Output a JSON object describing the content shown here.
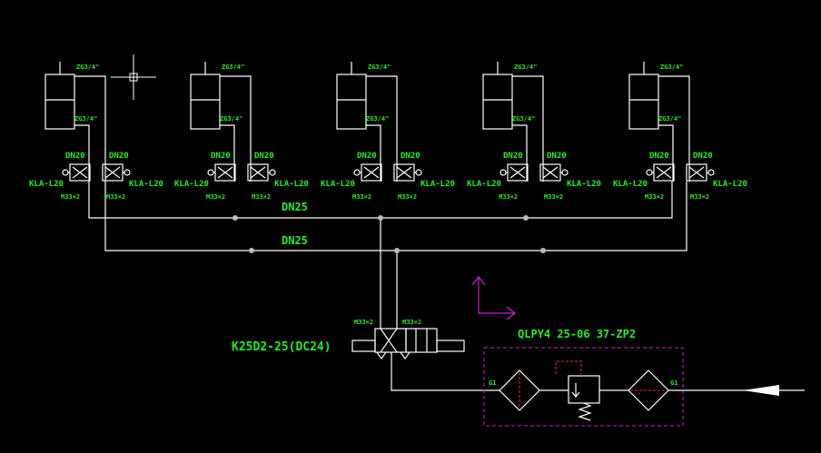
{
  "colors": {
    "background": "#000000",
    "line": "#ffffff",
    "text": "#22ee22",
    "frl_box": "#cc22cc",
    "dashed": "#ff2222"
  },
  "cylinder": {
    "top_port": "ZG3/4\"",
    "bottom_port": "ZG3/4\""
  },
  "valves": {
    "dn_label": "DN20",
    "model_label": "KLA-L20",
    "thread_label": "M33×2"
  },
  "pipes": {
    "upper_header": "DN25",
    "lower_header": "DN25"
  },
  "solenoid_valve": {
    "model": "K25D2-25(DC24)",
    "left_port": "M33×2",
    "right_port": "M33×2"
  },
  "frl_unit": {
    "model": "QLPY4 25-06 37-ZP2",
    "left_port": "G1",
    "right_port": "G1"
  },
  "units": [
    {
      "id": "1"
    },
    {
      "id": "2"
    },
    {
      "id": "3"
    },
    {
      "id": "4"
    },
    {
      "id": "5"
    }
  ]
}
